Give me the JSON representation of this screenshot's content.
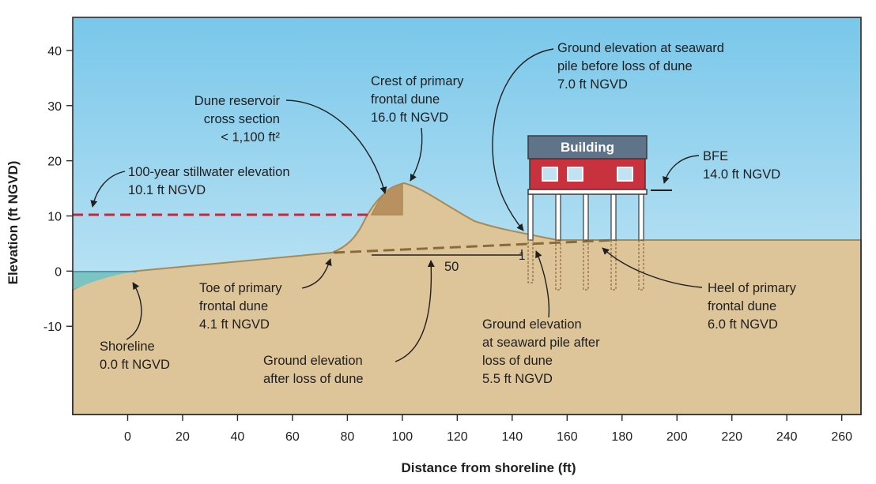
{
  "chart_data": {
    "type": "diagram",
    "xlabel": "Distance from shoreline (ft)",
    "ylabel": "Elevation (ft NGVD)",
    "x_ticks": [
      "0",
      "20",
      "40",
      "60",
      "80",
      "100",
      "120",
      "140",
      "160",
      "180",
      "200",
      "220",
      "240",
      "260"
    ],
    "y_ticks": [
      "40",
      "30",
      "20",
      "10",
      "0",
      "-10"
    ],
    "xlim": [
      -20,
      267
    ],
    "ylim": [
      -26,
      46
    ]
  },
  "labels": {
    "building": "Building",
    "slope_run": "50",
    "slope_rise": "1",
    "stillwater_line1": "100-year stillwater elevation",
    "stillwater_line2": "10.1 ft NGVD",
    "reservoir_line1": "Dune reservoir",
    "reservoir_line2": "cross section",
    "reservoir_line3": "< 1,100 ft²",
    "crest_line1": "Crest of primary",
    "crest_line2": "frontal dune",
    "crest_line3": "16.0 ft NGVD",
    "seaward_before_line1": "Ground elevation at seaward",
    "seaward_before_line2": "pile before loss of dune",
    "seaward_before_line3": "7.0 ft NGVD",
    "bfe_line1": "BFE",
    "bfe_line2": "14.0 ft NGVD",
    "toe_line1": "Toe of primary",
    "toe_line2": "frontal dune",
    "toe_line3": "4.1 ft NGVD",
    "shoreline_line1": "Shoreline",
    "shoreline_line2": "0.0 ft NGVD",
    "after_loss_line1": "Ground elevation",
    "after_loss_line2": "after loss of dune",
    "seaward_after_line1": "Ground elevation",
    "seaward_after_line2": "at seaward pile after",
    "seaward_after_line3": "loss of dune",
    "seaward_after_line4": "5.5 ft NGVD",
    "heel_line1": "Heel of primary",
    "heel_line2": "frontal dune",
    "heel_line3": "6.0 ft NGVD"
  },
  "colors": {
    "sky_top": "#79C7EA",
    "sky_bottom": "#D9EFF8",
    "sand": "#DDC499",
    "sand_outline": "#A78A55",
    "reservoir": "#B99160",
    "water": "#7CC3C4",
    "stillwater_line": "#D0233A",
    "eroded_profile": "#8B6A3A",
    "roof": "#5F7389",
    "house_wall": "#C8323F",
    "window": "#BFE3F5",
    "frame": "#3A3A3A"
  }
}
